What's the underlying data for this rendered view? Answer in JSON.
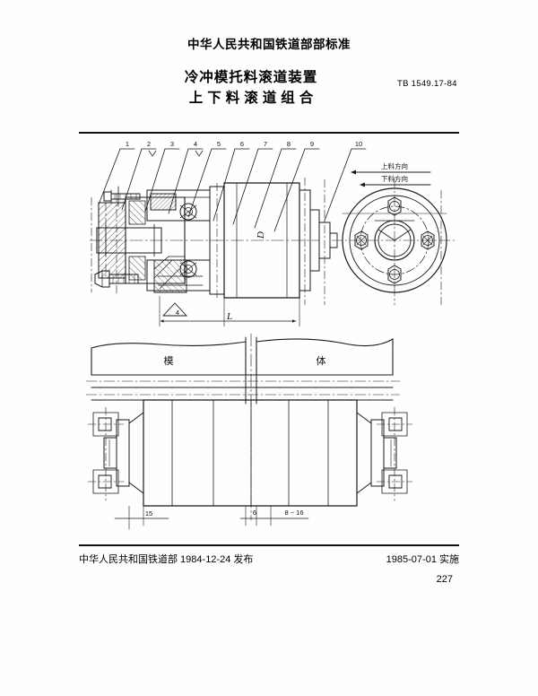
{
  "header": {
    "organization": "中华人民共和国铁道部部标准",
    "title_line1": "冷冲模托料滚道装置",
    "title_line2": "上下料滚道组合",
    "standard_number": "TB 1549.17-84"
  },
  "footer": {
    "issued_by": "中华人民共和国铁道部 1984-12-24 发布",
    "effective": "1985-07-01 实施",
    "page_number": "227"
  },
  "drawing": {
    "leader_numbers": [
      "1",
      "2",
      "3",
      "4",
      "5",
      "6",
      "7",
      "8",
      "9",
      "10"
    ],
    "section_view": {
      "dimension_D": "D",
      "dimension_L": "L",
      "surface_note": "4"
    },
    "end_view": {
      "label_in": "上料方向",
      "label_out": "下料方向",
      "bolt_count": 4
    },
    "lower_view": {
      "mold_body_char1": "模",
      "mold_body_char2": "体",
      "dimension_15": "15",
      "dimension_6": "6",
      "dimension_range": "8 ~ 16"
    }
  },
  "colors": {
    "ink": "#111111",
    "paper": "#fefefe",
    "line": "#1a1a1a"
  }
}
